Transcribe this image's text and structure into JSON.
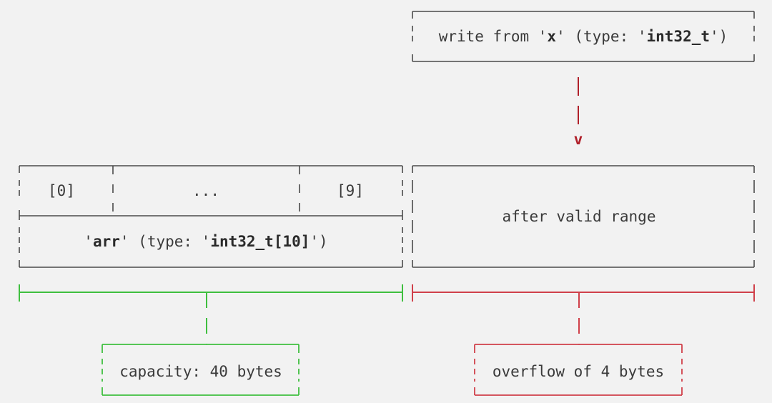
{
  "write_source": {
    "prefix": "write from '",
    "var_name": "x",
    "middle": "' (type: '",
    "type_name": "int32_t",
    "suffix": "')"
  },
  "arrow_head": "v",
  "array": {
    "cells": [
      "[0]",
      "...",
      "[9]"
    ],
    "label_open": "'",
    "name": "arr",
    "label_middle": "' (type: '",
    "type_name": "int32_t[10]",
    "label_close": "')"
  },
  "after_range": {
    "label": "after valid range"
  },
  "capacity_box": {
    "label": "capacity: 40 bytes"
  },
  "overflow_box": {
    "label": "overflow of 4 bytes"
  },
  "colors": {
    "frame": "#4a4a4a",
    "write_arrow": "#b0202a",
    "capacity": "#3fbf3f",
    "overflow": "#d0404a",
    "background": "#f2f2f2"
  }
}
